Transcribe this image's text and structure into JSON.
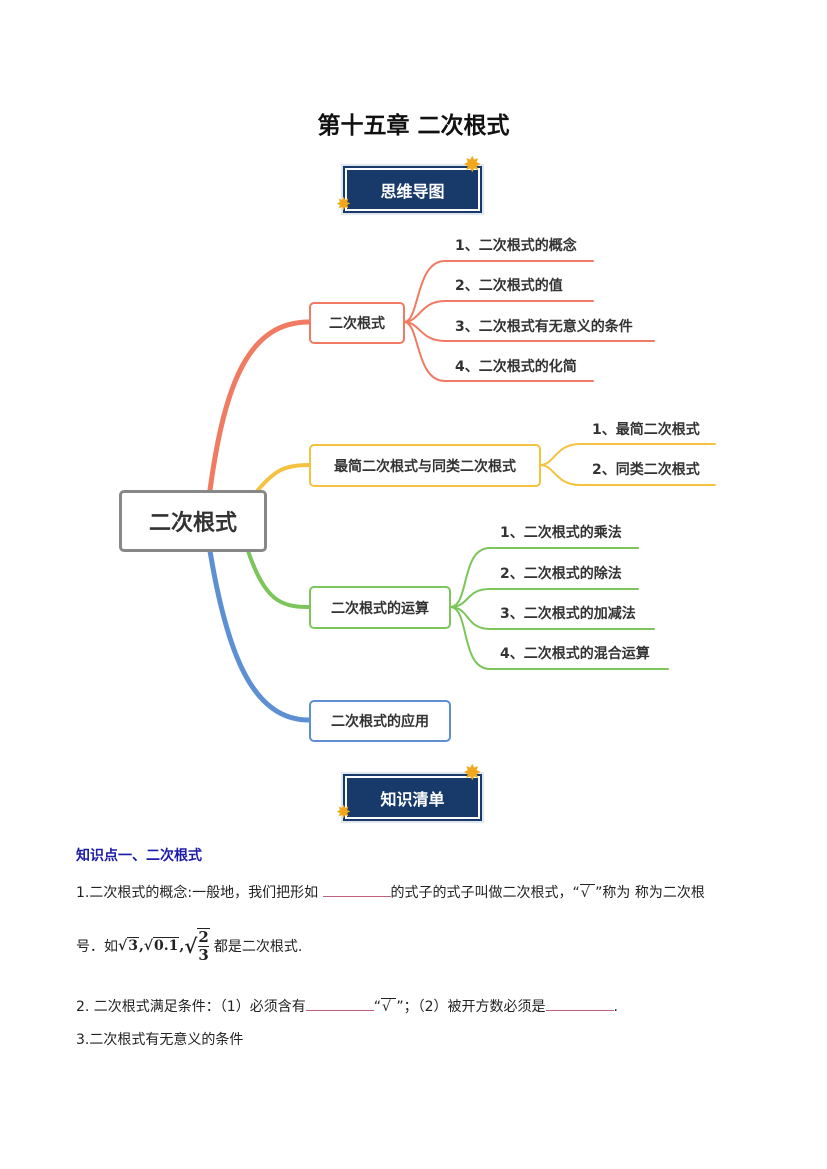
{
  "title": "第十五章  二次根式",
  "banners": {
    "mindmap": "思维导图",
    "knowledge": "知识清单"
  },
  "mindmap": {
    "center": "二次根式",
    "colors": {
      "red": "#f07a62",
      "yellow": "#f4c23f",
      "green": "#7cc55a",
      "blue": "#5d90d2"
    },
    "branches": [
      {
        "label": "二次根式",
        "leaves": [
          "1、二次根式的概念",
          "2、二次根式的值",
          "3、二次根式有无意义的条件",
          "4、二次根式的化简"
        ]
      },
      {
        "label": "最简二次根式与同类二次根式",
        "leaves": [
          "1、最简二次根式",
          "2、同类二次根式"
        ]
      },
      {
        "label": "二次根式的运算",
        "leaves": [
          "1、二次根式的乘法",
          "2、二次根式的除法",
          "3、二次根式的加减法",
          "4、二次根式的混合运算"
        ]
      },
      {
        "label": "二次根式的应用",
        "leaves": []
      }
    ]
  },
  "knowledge": {
    "heading": "知识点一、二次根式",
    "p1a": "1.二次根式的概念:一般地，我们把形如 ",
    "p1b": "的式子的式子叫做二次根式，“",
    "p1c": "”称为  称为二次根",
    "p2a": "号．如",
    "ex1": "3",
    "ex2": "0.1",
    "frac_num": "2",
    "frac_den": "3",
    "p2b": "都是二次根式.",
    "p3a": "2. 二次根式满足条件：（1）必须含有",
    "p3b": "“",
    "p3c": "”；（2）被开方数必须是",
    "p3d": ".",
    "p4": "3.二次根式有无意义的条件"
  }
}
